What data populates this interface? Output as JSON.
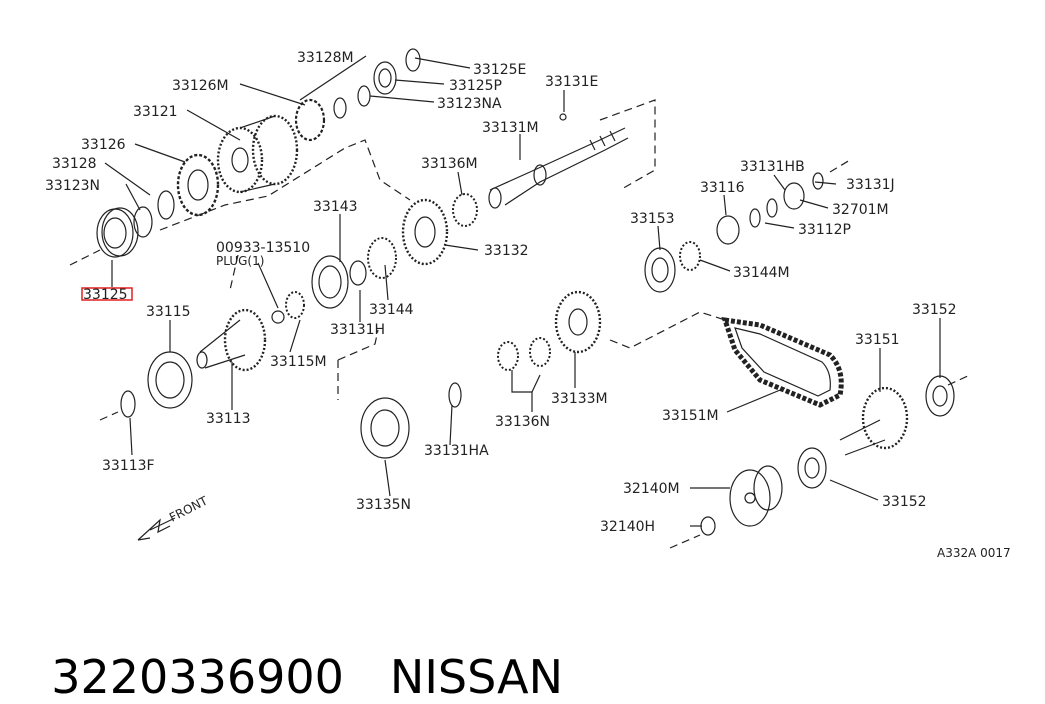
{
  "diagram": {
    "labels": [
      {
        "id": "33128M",
        "text": "33128M"
      },
      {
        "id": "33125E",
        "text": "33125E"
      },
      {
        "id": "33125P",
        "text": "33125P"
      },
      {
        "id": "33123NA",
        "text": "33123NA"
      },
      {
        "id": "33126M",
        "text": "33126M"
      },
      {
        "id": "33131E",
        "text": "33131E"
      },
      {
        "id": "33121",
        "text": "33121"
      },
      {
        "id": "33131M",
        "text": "33131M"
      },
      {
        "id": "33126",
        "text": "33126"
      },
      {
        "id": "33136M",
        "text": "33136M"
      },
      {
        "id": "33128",
        "text": "33128"
      },
      {
        "id": "33123N",
        "text": "33123N"
      },
      {
        "id": "33143",
        "text": "33143"
      },
      {
        "id": "00933-13510",
        "text": "00933-13510"
      },
      {
        "id": "PLUG",
        "text": "PLUG(1)"
      },
      {
        "id": "33125",
        "text": "33125"
      },
      {
        "id": "33132",
        "text": "33132"
      },
      {
        "id": "33144a",
        "text": "33144"
      },
      {
        "id": "33115",
        "text": "33115"
      },
      {
        "id": "33131H",
        "text": "33131H"
      },
      {
        "id": "33115M",
        "text": "33115M"
      },
      {
        "id": "33113",
        "text": "33113"
      },
      {
        "id": "33113F",
        "text": "33113F"
      },
      {
        "id": "33131HB",
        "text": "33131HB"
      },
      {
        "id": "33131J",
        "text": "33131J"
      },
      {
        "id": "33116",
        "text": "33116"
      },
      {
        "id": "32701M",
        "text": "32701M"
      },
      {
        "id": "33153",
        "text": "33153"
      },
      {
        "id": "33112P",
        "text": "33112P"
      },
      {
        "id": "33144M",
        "text": "33144M"
      },
      {
        "id": "33152a",
        "text": "33152"
      },
      {
        "id": "33151",
        "text": "33151"
      },
      {
        "id": "33133M",
        "text": "33133M"
      },
      {
        "id": "33136N",
        "text": "33136N"
      },
      {
        "id": "33151M",
        "text": "33151M"
      },
      {
        "id": "33131HA",
        "text": "33131HA"
      },
      {
        "id": "33135N",
        "text": "33135N"
      },
      {
        "id": "32140M",
        "text": "32140M"
      },
      {
        "id": "33152b",
        "text": "33152"
      },
      {
        "id": "32140H",
        "text": "32140H"
      },
      {
        "id": "front",
        "text": "FRONT"
      },
      {
        "id": "code",
        "text": "A332A 0017"
      }
    ],
    "highlight_color": "#e02020",
    "highlighted_label": "33125"
  },
  "footer": {
    "part_number": "3220336900",
    "brand": "NISSAN"
  }
}
